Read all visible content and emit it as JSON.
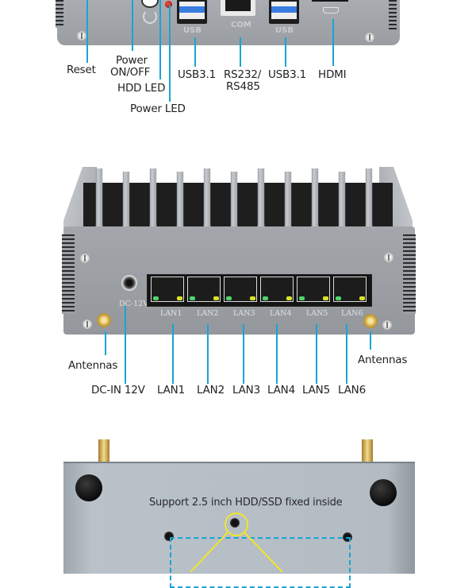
{
  "top_view": {
    "port_silkscreen": [
      "USB",
      "COM",
      "USB"
    ],
    "labels": {
      "reset": "Reset",
      "power_onoff_1": "Power",
      "power_onoff_2": "ON/OFF",
      "hdd_led": "HDD LED",
      "power_led": "Power LED",
      "usb_left": "USB3.1",
      "rs232_1": "RS232/",
      "rs232_2": "RS485",
      "usb_right": "USB3.1",
      "hdmi": "HDMI"
    }
  },
  "front_view": {
    "dc_silk": "DC-12V",
    "lan_silk": [
      "LAN1",
      "LAN2",
      "LAN3",
      "LAN4",
      "LAN5",
      "LAN6"
    ],
    "labels": {
      "antennas_left": "Antennas",
      "antennas_right": "Antennas",
      "dc_in": "DC-IN 12V",
      "lan": [
        "LAN1",
        "LAN2",
        "LAN3",
        "LAN4",
        "LAN5",
        "LAN6"
      ]
    }
  },
  "bottom_view": {
    "caption": "Support 2.5 inch HDD/SSD fixed inside"
  },
  "colors": {
    "callout_line": "#1aa3d6",
    "highlight": "#f3e52a",
    "dashed_outline": "#1aa3d6"
  }
}
